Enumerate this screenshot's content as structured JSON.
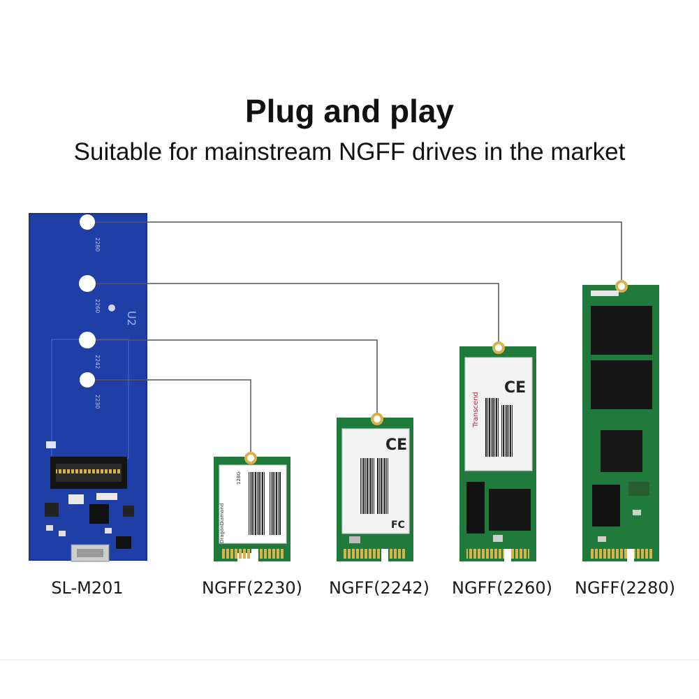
{
  "heading": {
    "title": "Plug and play",
    "subtitle": "Suitable for mainstream NGFF drives in the market"
  },
  "products": [
    {
      "label": "SL-M201"
    },
    {
      "label": "NGFF(2230)"
    },
    {
      "label": "NGFF(2242)"
    },
    {
      "label": "NGFF(2260)"
    },
    {
      "label": "NGFF(2280)"
    }
  ],
  "board": {
    "silkscreen": "U2",
    "hole_marks": [
      "2280",
      "2260",
      "2242",
      "2230"
    ]
  },
  "drives": {
    "d2230": {
      "brand": "DragonDiamond",
      "capacity": "128G"
    },
    "d2242": {
      "mark": "CE",
      "fcc": "FC"
    },
    "d2260": {
      "brand": "Transcend",
      "mark": "CE"
    }
  },
  "colors": {
    "adapter_blue": "#1f3fa6",
    "pcb_green": "#1f7a3c",
    "gold_contacts": "#d8b24a",
    "connector_line": "#555555"
  }
}
